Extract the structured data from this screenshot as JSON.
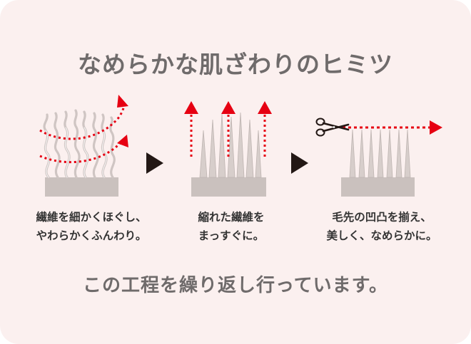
{
  "title": "なめらかな肌ざわりのヒミツ",
  "steps": [
    {
      "line1": "繊維を細かくほぐし、",
      "line2": "やわらかくふんわり。"
    },
    {
      "line1": "縮れた繊維を",
      "line2": "まっすぐに。"
    },
    {
      "line1": "毛先の凹凸を揃え、",
      "line2": "美しく、なめらかに。"
    }
  ],
  "footer": "この工程を繰り返し行っています。",
  "colors": {
    "background": "#fbf0ef",
    "text_gray": "#6f6b6b",
    "text_dark": "#333333",
    "accent_red": "#e60012",
    "base_gray": "#cac1be",
    "arrow_dark": "#231815"
  },
  "icons": [
    "curly-fibers-icon",
    "straight-fibers-icon",
    "scissors-icon",
    "step-arrow-icon"
  ]
}
